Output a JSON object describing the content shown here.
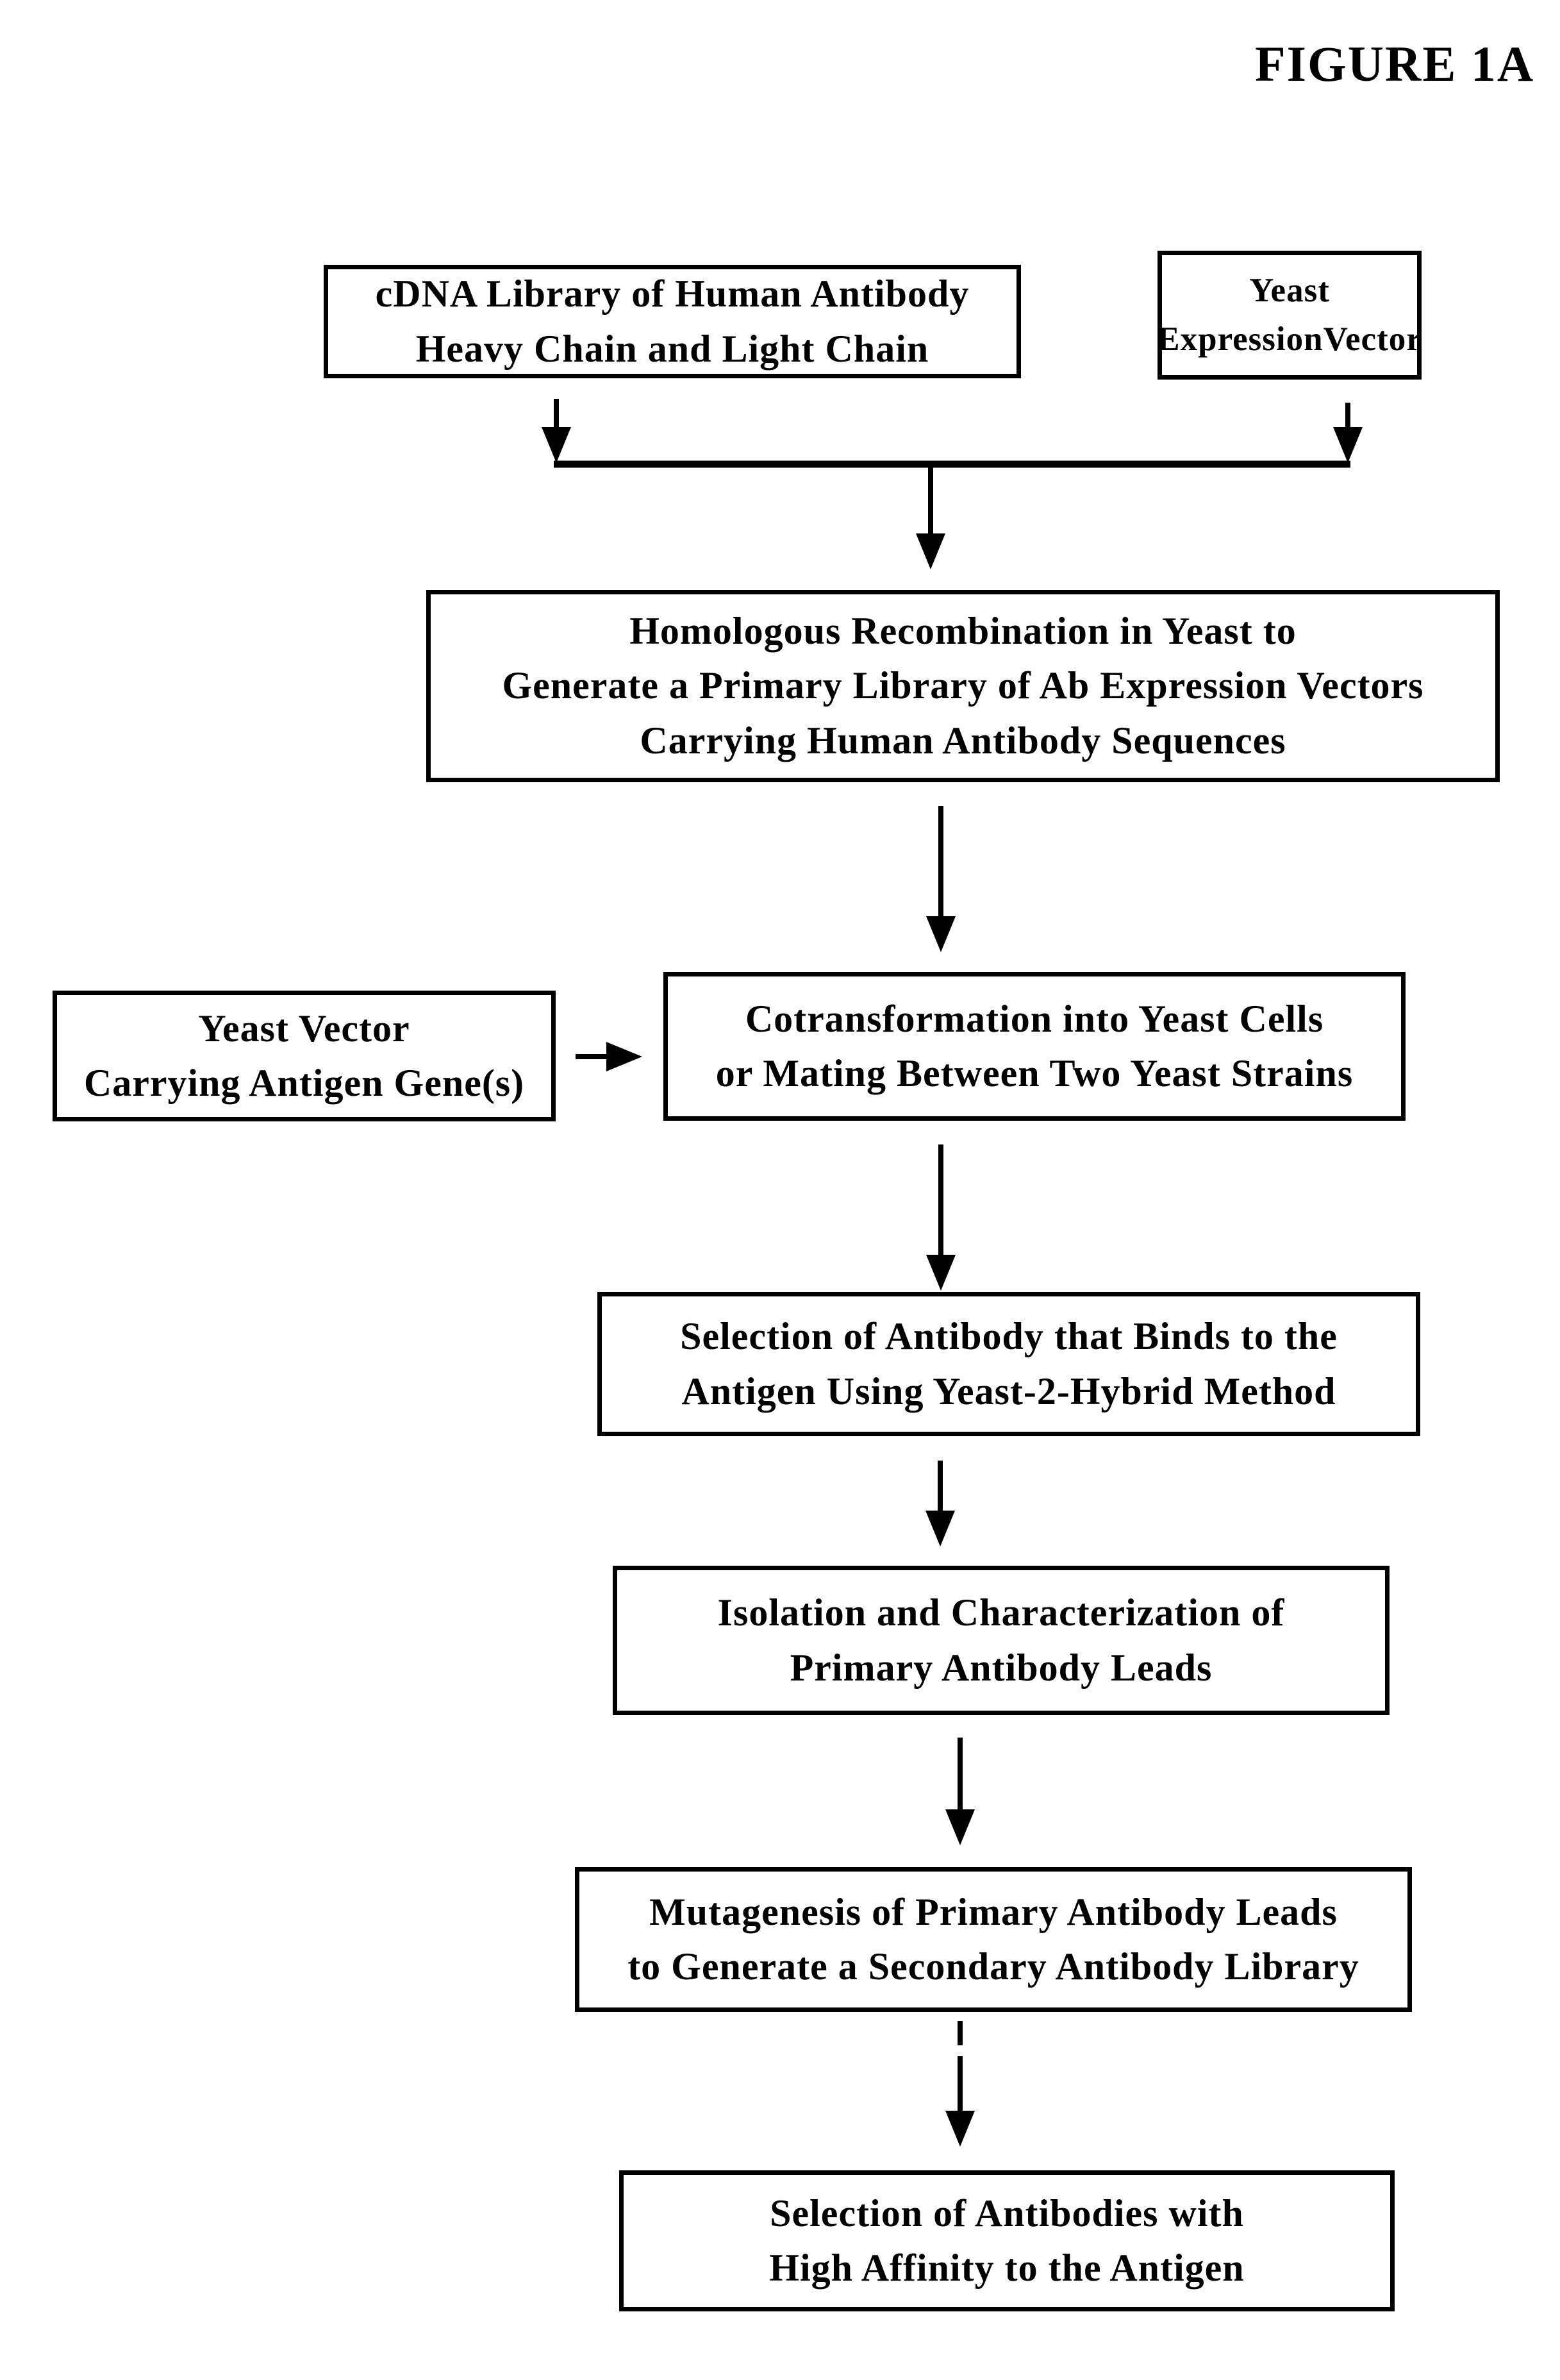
{
  "figure": {
    "title": "FIGURE 1A"
  },
  "colors": {
    "ink": "#000000",
    "background": "#ffffff"
  },
  "boxes": [
    {
      "id": "cdna-library",
      "lines": [
        "cDNA Library of Human Antibody",
        "Heavy Chain and Light Chain"
      ]
    },
    {
      "id": "yeast-expression-vector",
      "lines": [
        "Yeast",
        "ExpressionVector"
      ]
    },
    {
      "id": "homologous-recombination",
      "lines": [
        "Homologous Recombination in Yeast to",
        "Generate a Primary Library of Ab Expression Vectors",
        "Carrying Human Antibody Sequences"
      ]
    },
    {
      "id": "yeast-vector-antigen",
      "lines": [
        "Yeast Vector",
        "Carrying Antigen Gene(s)"
      ]
    },
    {
      "id": "cotransformation",
      "lines": [
        "Cotransformation into Yeast Cells",
        "or Mating Between Two Yeast Strains"
      ]
    },
    {
      "id": "selection-y2h",
      "lines": [
        "Selection of Antibody that Binds to the",
        "Antigen Using Yeast-2-Hybrid Method"
      ]
    },
    {
      "id": "isolation",
      "lines": [
        "Isolation and Characterization of",
        "Primary Antibody Leads"
      ]
    },
    {
      "id": "mutagenesis",
      "lines": [
        "Mutagenesis of Primary Antibody Leads",
        "to Generate a Secondary Antibody Library"
      ]
    },
    {
      "id": "high-affinity-selection",
      "lines": [
        "Selection of Antibodies with",
        "High Affinity to the Antigen"
      ]
    }
  ],
  "edges": [
    {
      "from": "cdna-library",
      "to": "homologous-recombination"
    },
    {
      "from": "yeast-expression-vector",
      "to": "homologous-recombination"
    },
    {
      "from": "homologous-recombination",
      "to": "cotransformation"
    },
    {
      "from": "yeast-vector-antigen",
      "to": "cotransformation"
    },
    {
      "from": "cotransformation",
      "to": "selection-y2h"
    },
    {
      "from": "selection-y2h",
      "to": "isolation"
    },
    {
      "from": "isolation",
      "to": "mutagenesis"
    },
    {
      "from": "mutagenesis",
      "to": "high-affinity-selection"
    }
  ]
}
